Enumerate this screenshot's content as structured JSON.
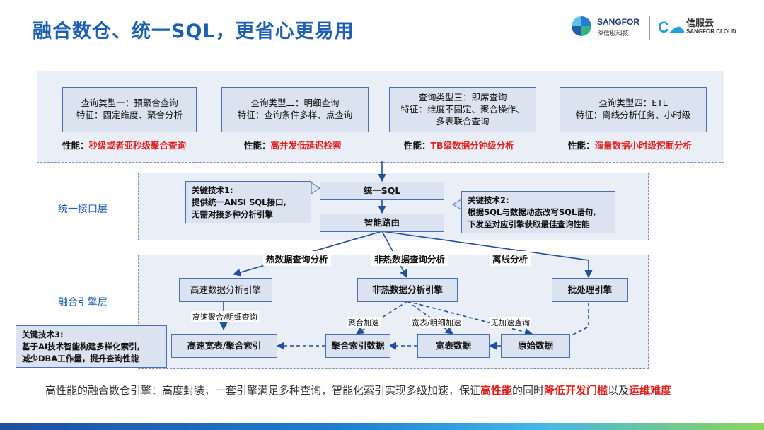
{
  "title": "融合数仓、统一SQL，更省心更易用",
  "logos": {
    "sangfor_name": "SANGFOR",
    "sangfor_cn": "深信服科技",
    "cloud_cn": "信服云",
    "cloud_en": "SANGFOR CLOUD"
  },
  "query_types": [
    {
      "line1": "查询类型一：预聚合查询",
      "line2": "特征：固定维度、聚合分析",
      "line3": "",
      "perf_label": "性能：",
      "perf_value": "秒级或者亚秒级聚合查询"
    },
    {
      "line1": "查询类型二：明细查询",
      "line2": "特征：查询条件多样、点查询",
      "line3": "",
      "perf_label": "性能：",
      "perf_value": "高并发低延迟检索"
    },
    {
      "line1": "查询类型三：即席查询",
      "line2": "特征：维度不固定、聚合操作、",
      "line3": "多表联合查询",
      "perf_label": "性能：",
      "perf_value": "TB级数据分钟级分析"
    },
    {
      "line1": "查询类型四：ETL",
      "line2": "特征：离线分析任务、小时级",
      "line3": "",
      "perf_label": "性能：",
      "perf_value": "海量数据小时级挖掘分析"
    }
  ],
  "layers": {
    "interface": "统一接口层",
    "engine": "融合引擎层"
  },
  "nodes": {
    "unified_sql": "统一SQL",
    "smart_routing": "智能路由",
    "hot_engine": "高速数据分析引擎",
    "nonhot_engine": "非热数据分析引擎",
    "batch_engine": "批处理引擎",
    "wide_agg_index": "高速宽表/聚合索引",
    "agg_index_data": "聚合索引数据",
    "wide_table_data": "宽表数据",
    "raw_data": "原始数据"
  },
  "edge_labels": {
    "hot": "热数据查询分析",
    "nonhot": "非热数据查询分析",
    "offline": "离线分析",
    "hot_down": "高速聚合/明细查询",
    "agg_accel": "聚合加速",
    "wide_accel": "宽表/明细加速",
    "no_accel": "无加速查询"
  },
  "callouts": {
    "tech1": [
      "关键技术1:",
      "提供统一ANSI SQL接口,",
      "无需对接多种分析引擎"
    ],
    "tech2": [
      "关键技术2:",
      "根据SQL与数据动态改写SQL语句,",
      "下发至对应引擎获取最佳查询性能"
    ],
    "tech3": [
      "关键技术3:",
      "基于AI技术智能构建多样化索引,",
      "减少DBA工作量，提升查询性能"
    ]
  },
  "bottom": {
    "part1": "高性能的融合数仓引擎：高度封装，一套引擎满足多种查询，智能化索引实现多级加速，保证",
    "red1": "高性能",
    "part2": "的同时",
    "red2": "降低开发门槛",
    "part3": "以及",
    "red3": "运维难度"
  },
  "colors": {
    "accent": "#1f5fb0",
    "box_fill": "#dbe3f1",
    "box_border": "#4a6fb5",
    "highlight_red": "#e02020"
  }
}
